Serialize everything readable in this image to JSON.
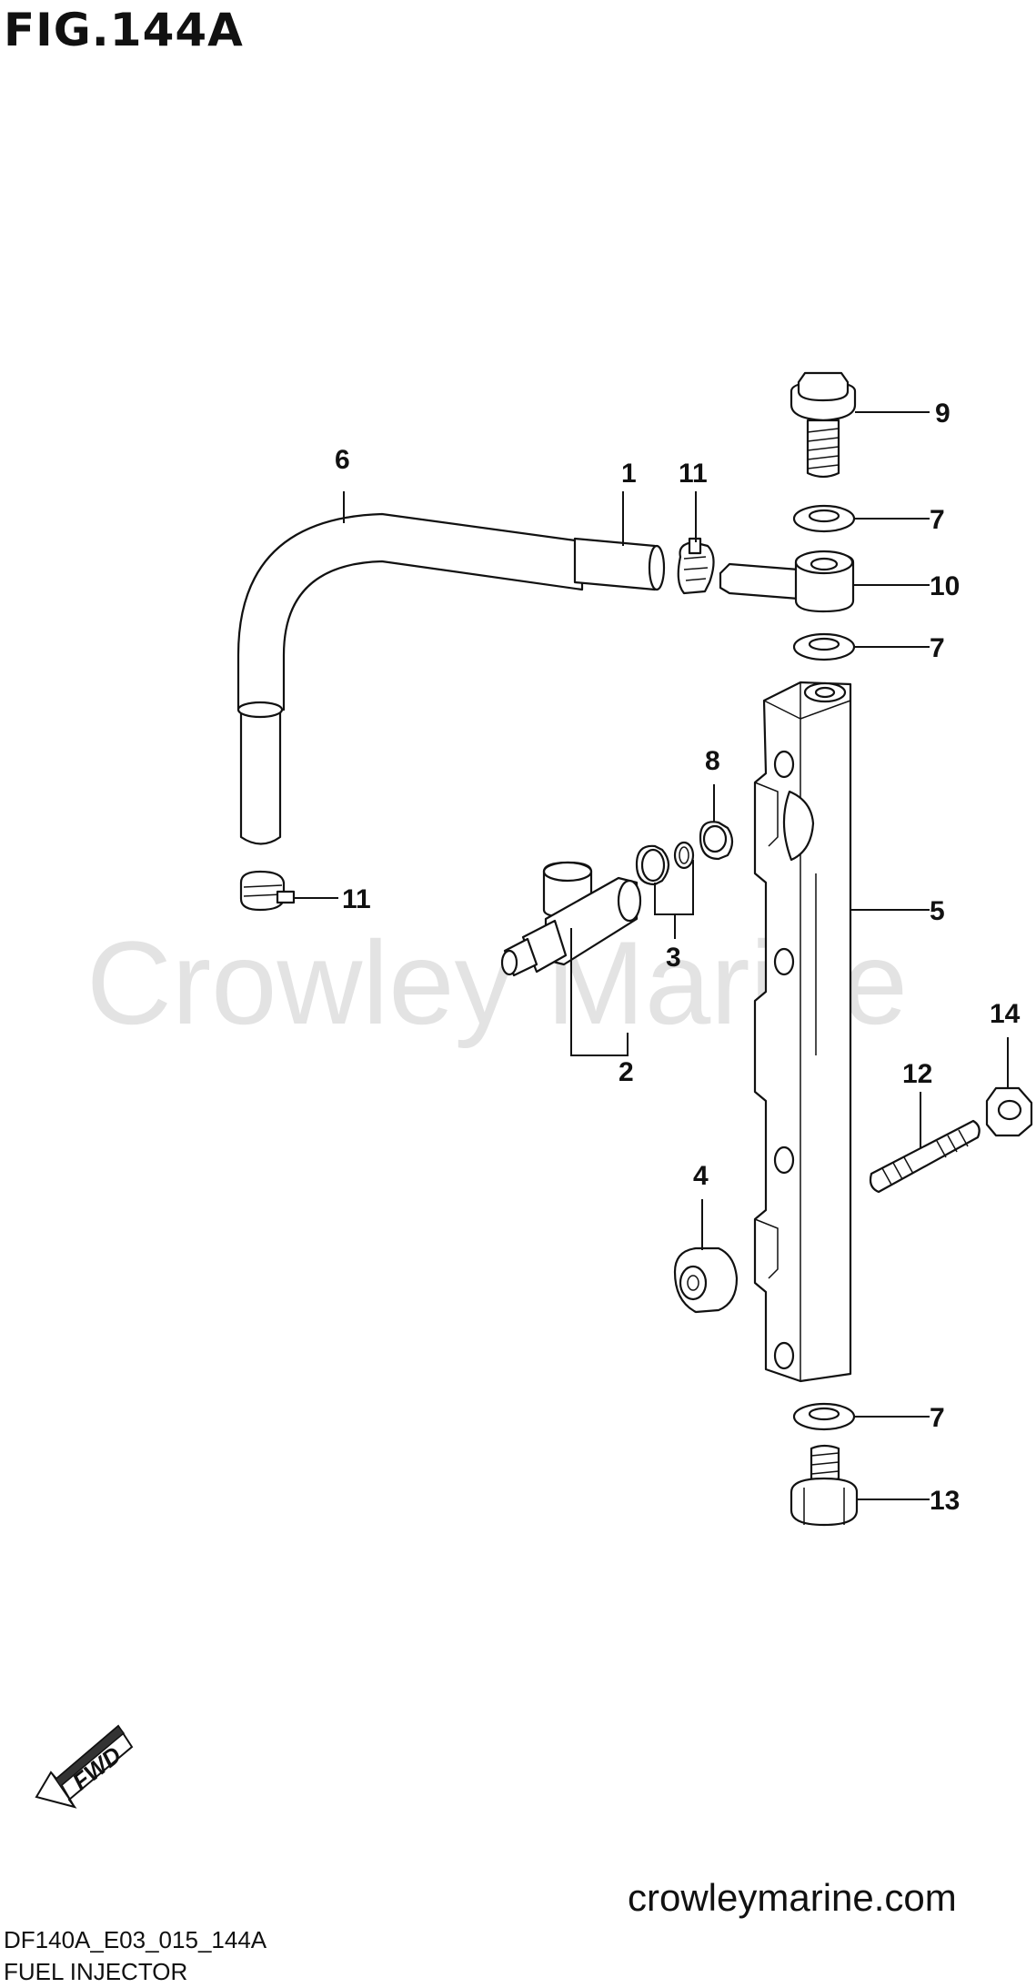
{
  "figure": {
    "title": "FIG.144A"
  },
  "watermark": {
    "text": "Crowley Marine"
  },
  "callouts": {
    "c1": "1",
    "c2": "2",
    "c3": "3",
    "c4": "4",
    "c5": "5",
    "c6": "6",
    "c7a": "7",
    "c7b": "7",
    "c7c": "7",
    "c8": "8",
    "c9": "9",
    "c10": "10",
    "c11a": "11",
    "c11b": "11",
    "c12": "12",
    "c13": "13",
    "c14": "14"
  },
  "fwd": {
    "label": "FWD"
  },
  "footer": {
    "site": "crowleymarine.com",
    "model_code": "DF140A_E03_015_144A",
    "caption": "FUEL INJECTOR"
  }
}
